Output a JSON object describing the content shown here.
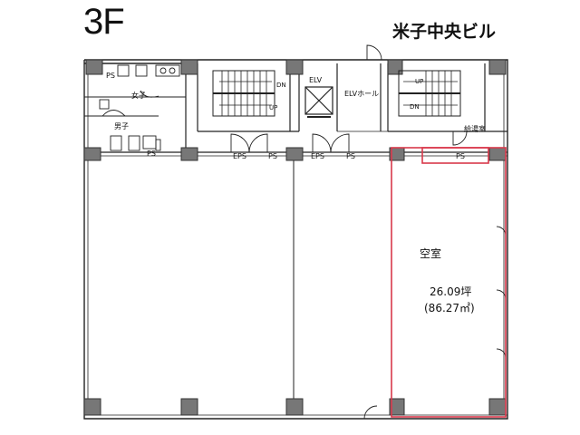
{
  "header": {
    "floor": "3F",
    "building_name": "米子中央ビル"
  },
  "rooms": {
    "ps_wc": "PS",
    "womens_wc": "女子",
    "mens_wc": "男子",
    "ps_mens": "PS",
    "stair_left_down": "DN",
    "stair_left_up": "UP",
    "elevator": "ELV",
    "elevator_hall": "ELVホール",
    "stair_right_up": "UP",
    "stair_right_down": "DN",
    "kitchenette": "給湯室",
    "eps_1": "EPS",
    "ps_1": "PS",
    "eps_2": "EPS",
    "ps_2": "PS",
    "ps_vacant": "PS"
  },
  "vacancy": {
    "status": "空室",
    "area_tsubo": "26.09坪",
    "area_sqm": "(86.27㎡)",
    "highlight_color": "#d9394b"
  }
}
